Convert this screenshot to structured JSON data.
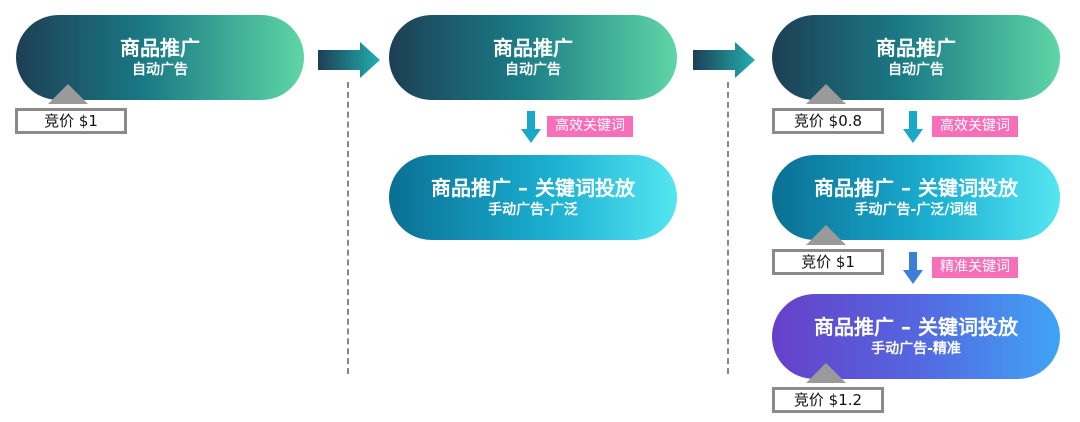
{
  "col1": {
    "auto": {
      "title": "商品推广",
      "subtitle": "自动广告"
    },
    "bid": "竞价 $1"
  },
  "col2": {
    "auto": {
      "title": "商品推广",
      "subtitle": "自动广告"
    },
    "tag": "高效关键词",
    "manual": {
      "title": "商品推广 – 关键词投放",
      "subtitle": "手动广告-广泛"
    }
  },
  "col3": {
    "auto": {
      "title": "商品推广",
      "subtitle": "自动广告"
    },
    "bid_auto": "竞价 $0.8",
    "tag1": "高效关键词",
    "broad": {
      "title": "商品推广 – 关键词投放",
      "subtitle": "手动广告-广泛/词组"
    },
    "bid_broad": "竞价 $1",
    "tag2": "精准关键词",
    "exact": {
      "title": "商品推广 – 关键词投放",
      "subtitle": "手动广告-精准"
    },
    "bid_exact": "竞价 $1.2"
  },
  "colors": {
    "tag": "#f76fb9",
    "arrow": "#1aa8c9",
    "border": "#8a8a8a"
  }
}
